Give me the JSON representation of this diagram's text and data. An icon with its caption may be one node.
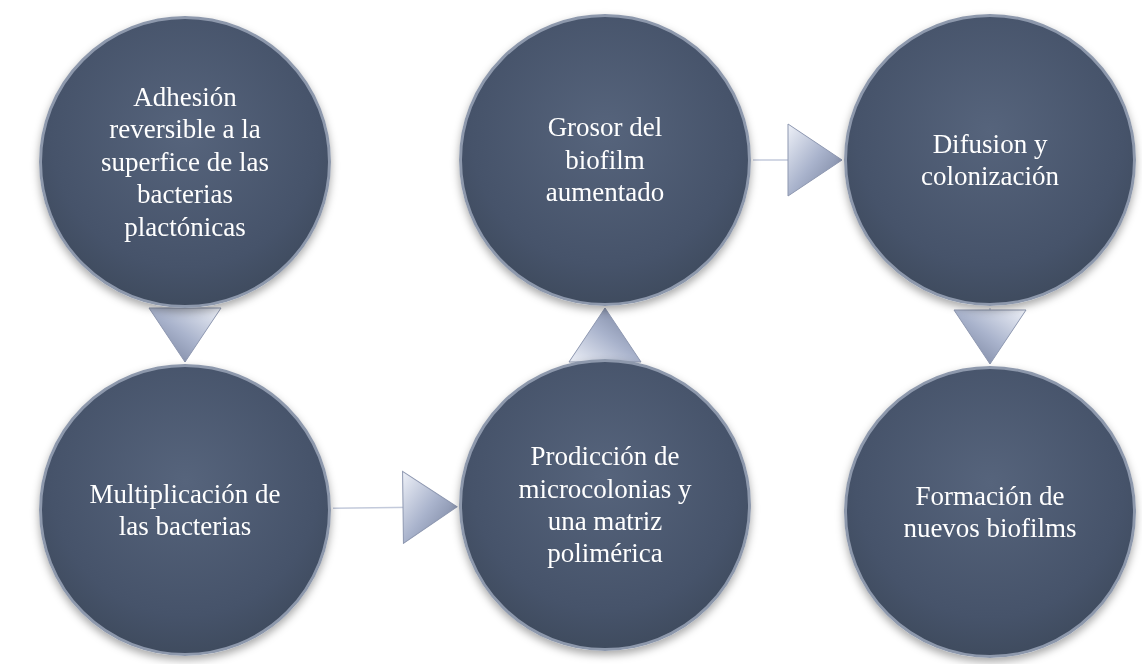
{
  "diagram": {
    "nodes": [
      {
        "text": [
          "Adhesión reversible a la superfice de las bacterias plactónicas"
        ]
      },
      {
        "text": [
          "Grosor del biofilm aumentado"
        ]
      },
      {
        "text": [
          "Difusion y colonización"
        ]
      },
      {
        "text": [
          "Multiplicación de las bacterias"
        ]
      },
      {
        "text": [
          "Prodicción de microcolonias y una matriz polimérica"
        ]
      },
      {
        "text": [
          "Formación de nuevos biofilms"
        ]
      }
    ],
    "edges": [
      {
        "from": 0,
        "to": 3,
        "arrow": "to"
      },
      {
        "from": 3,
        "to": 4,
        "arrow": "to"
      },
      {
        "from": 4,
        "to": 1,
        "arrow": "to"
      },
      {
        "from": 1,
        "to": 2,
        "arrow": "to"
      },
      {
        "from": 2,
        "to": 5,
        "arrow": "to"
      }
    ]
  }
}
